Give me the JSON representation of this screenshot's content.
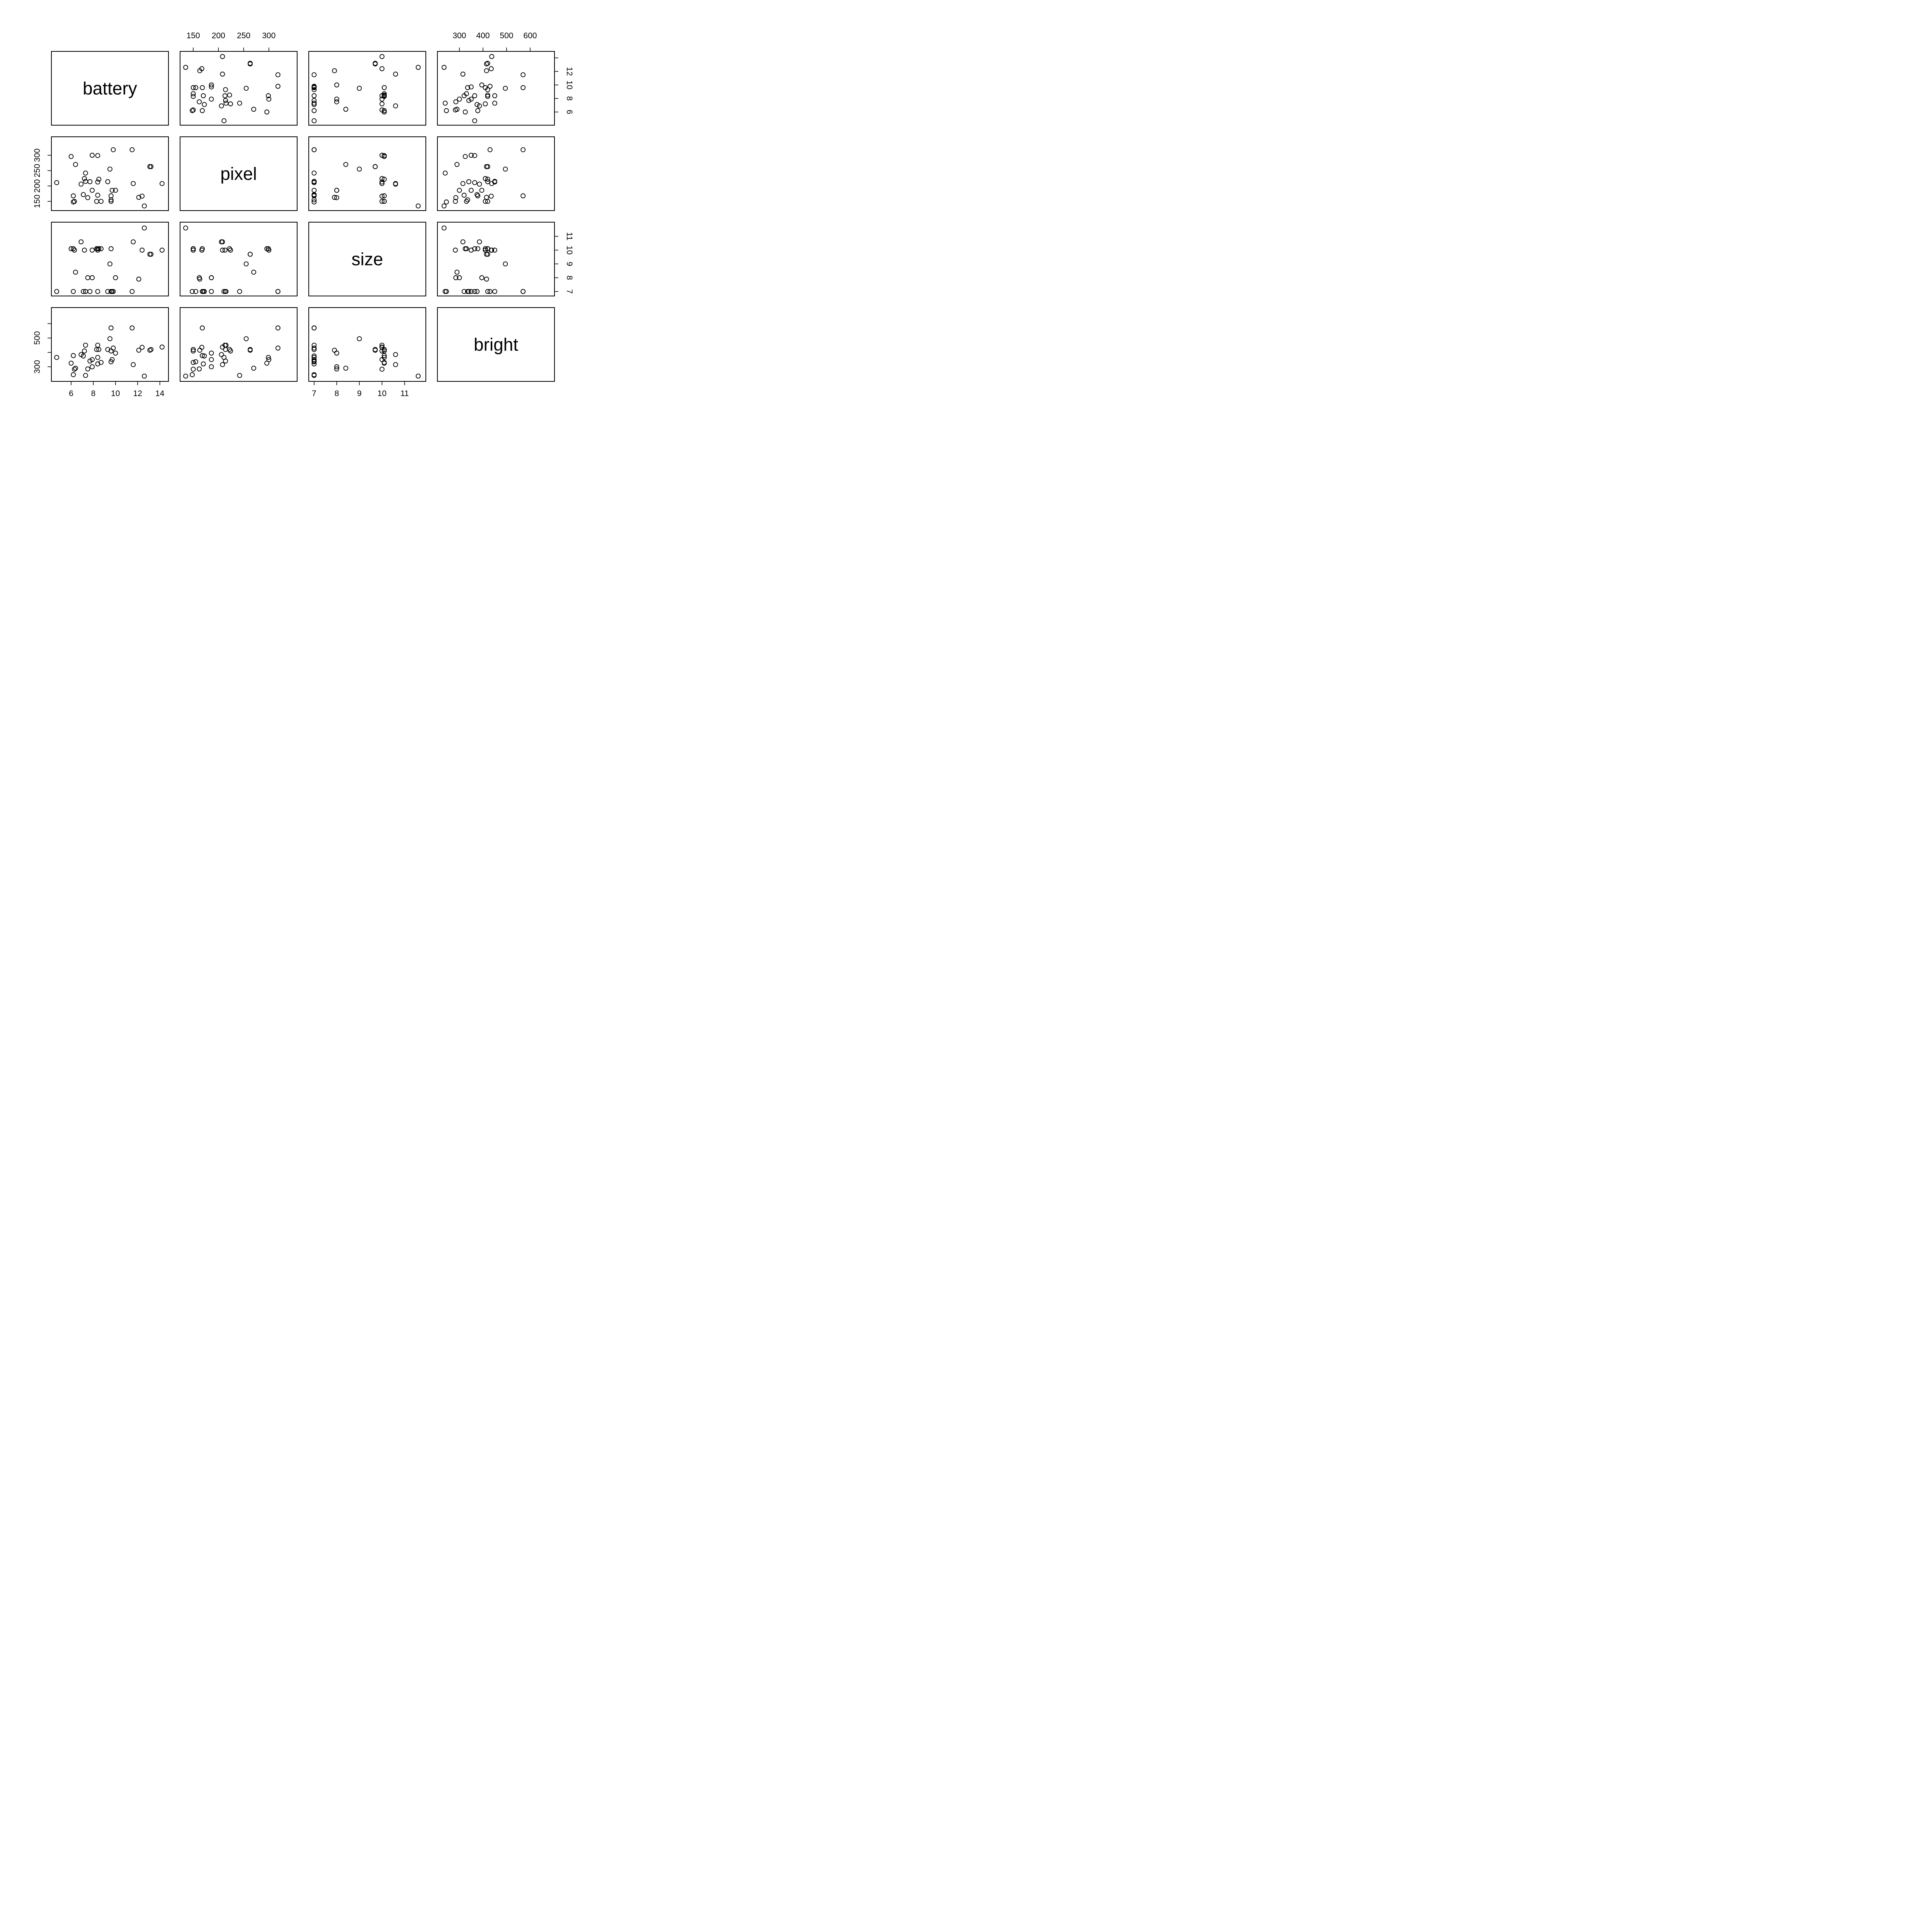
{
  "chart_data": {
    "type": "scatter",
    "layout": "scatterplot-matrix",
    "variables": [
      {
        "name": "battery",
        "ticks": [
          6,
          8,
          10,
          12,
          14
        ],
        "range": [
          4.5,
          14.5
        ],
        "ticks_right": [
          6,
          8,
          10,
          12
        ]
      },
      {
        "name": "pixel",
        "ticks": [
          150,
          200,
          250,
          300
        ],
        "range": [
          130,
          350
        ]
      },
      {
        "name": "size",
        "ticks": [
          7,
          8,
          9,
          10,
          11
        ],
        "range": [
          6.9,
          11.8
        ]
      },
      {
        "name": "bright",
        "ticks": [
          300,
          400,
          500,
          600
        ],
        "range": [
          220,
          690
        ],
        "ticks_left": [
          300,
          500
        ]
      }
    ],
    "observations": [
      {
        "battery": 4.7,
        "pixel": 211,
        "size": 7,
        "bright": 365
      },
      {
        "battery": 6.0,
        "pixel": 296,
        "size": 10.1,
        "bright": 325
      },
      {
        "battery": 6.2,
        "pixel": 148,
        "size": 7,
        "bright": 245
      },
      {
        "battery": 6.2,
        "pixel": 168,
        "size": 10.1,
        "bright": 378
      },
      {
        "battery": 6.3,
        "pixel": 150,
        "size": 10,
        "bright": 283
      },
      {
        "battery": 6.4,
        "pixel": 270,
        "size": 8.4,
        "bright": 290
      },
      {
        "battery": 6.9,
        "pixel": 206,
        "size": 10.6,
        "bright": 385
      },
      {
        "battery": 7.1,
        "pixel": 172,
        "size": 7,
        "bright": 375
      },
      {
        "battery": 7.2,
        "pixel": 224,
        "size": 10,
        "bright": 410
      },
      {
        "battery": 7.3,
        "pixel": 242,
        "size": 7,
        "bright": 240
      },
      {
        "battery": 7.3,
        "pixel": 215,
        "size": 7,
        "bright": 450
      },
      {
        "battery": 7.5,
        "pixel": 162,
        "size": 8,
        "bright": 285
      },
      {
        "battery": 7.7,
        "pixel": 214,
        "size": 7,
        "bright": 340
      },
      {
        "battery": 7.9,
        "pixel": 186,
        "size": 8,
        "bright": 300
      },
      {
        "battery": 7.9,
        "pixel": 300,
        "size": 10,
        "bright": 350
      },
      {
        "battery": 8.3,
        "pixel": 150,
        "size": 10.1,
        "bright": 420
      },
      {
        "battery": 8.4,
        "pixel": 170,
        "size": 7,
        "bright": 320
      },
      {
        "battery": 8.4,
        "pixel": 213,
        "size": 10,
        "bright": 450
      },
      {
        "battery": 8.4,
        "pixel": 299,
        "size": 10.1,
        "bright": 365
      },
      {
        "battery": 8.5,
        "pixel": 222,
        "size": 10.1,
        "bright": 420
      },
      {
        "battery": 8.7,
        "pixel": 150,
        "size": 10.1,
        "bright": 330
      },
      {
        "battery": 9.3,
        "pixel": 214,
        "size": 7,
        "bright": 420
      },
      {
        "battery": 9.5,
        "pixel": 255,
        "size": 9,
        "bright": 495
      },
      {
        "battery": 9.6,
        "pixel": 150,
        "size": 10.1,
        "bright": 410
      },
      {
        "battery": 9.6,
        "pixel": 155,
        "size": 7,
        "bright": 335
      },
      {
        "battery": 9.6,
        "pixel": 168,
        "size": 7,
        "bright": 570
      },
      {
        "battery": 9.7,
        "pixel": 186,
        "size": 7,
        "bright": 350
      },
      {
        "battery": 9.8,
        "pixel": 318,
        "size": 7,
        "bright": 430
      },
      {
        "battery": 10.0,
        "pixel": 186,
        "size": 8,
        "bright": 395
      },
      {
        "battery": 11.5,
        "pixel": 318,
        "size": 7,
        "bright": 570
      },
      {
        "battery": 11.6,
        "pixel": 208,
        "size": 10.6,
        "bright": 315
      },
      {
        "battery": 12.1,
        "pixel": 163,
        "size": 7.9,
        "bright": 415
      },
      {
        "battery": 12.4,
        "pixel": 167,
        "size": 10,
        "bright": 435
      },
      {
        "battery": 12.6,
        "pixel": 135,
        "size": 11.6,
        "bright": 235
      },
      {
        "battery": 13.1,
        "pixel": 263,
        "size": 9.7,
        "bright": 415
      },
      {
        "battery": 13.2,
        "pixel": 263,
        "size": 9.7,
        "bright": 420
      },
      {
        "battery": 14.2,
        "pixel": 208,
        "size": 10,
        "bright": 437
      }
    ],
    "title": "",
    "grid": false,
    "legend": "none"
  }
}
